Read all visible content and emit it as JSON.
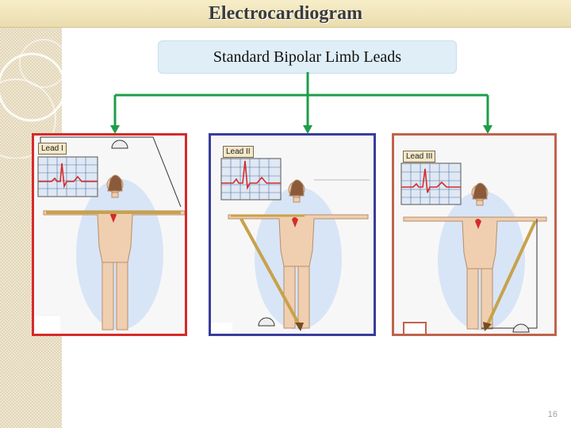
{
  "header": {
    "title": "Electrocardiogram"
  },
  "subtitle": "Standard Bipolar Limb Leads",
  "panels": [
    {
      "lead_label": "Lead I",
      "border_color": "#d62a2a"
    },
    {
      "lead_label": "Lead II",
      "border_color": "#3a3c9c"
    },
    {
      "lead_label": "Lead III",
      "border_color": "#c0634c"
    }
  ],
  "colors": {
    "connector": "#1e9e48",
    "lead_line": "#c8a24a",
    "ecg_trace": "#d52b2b",
    "ecg_grid": "#4a6fa5"
  },
  "footer": {
    "page_number": "16"
  }
}
